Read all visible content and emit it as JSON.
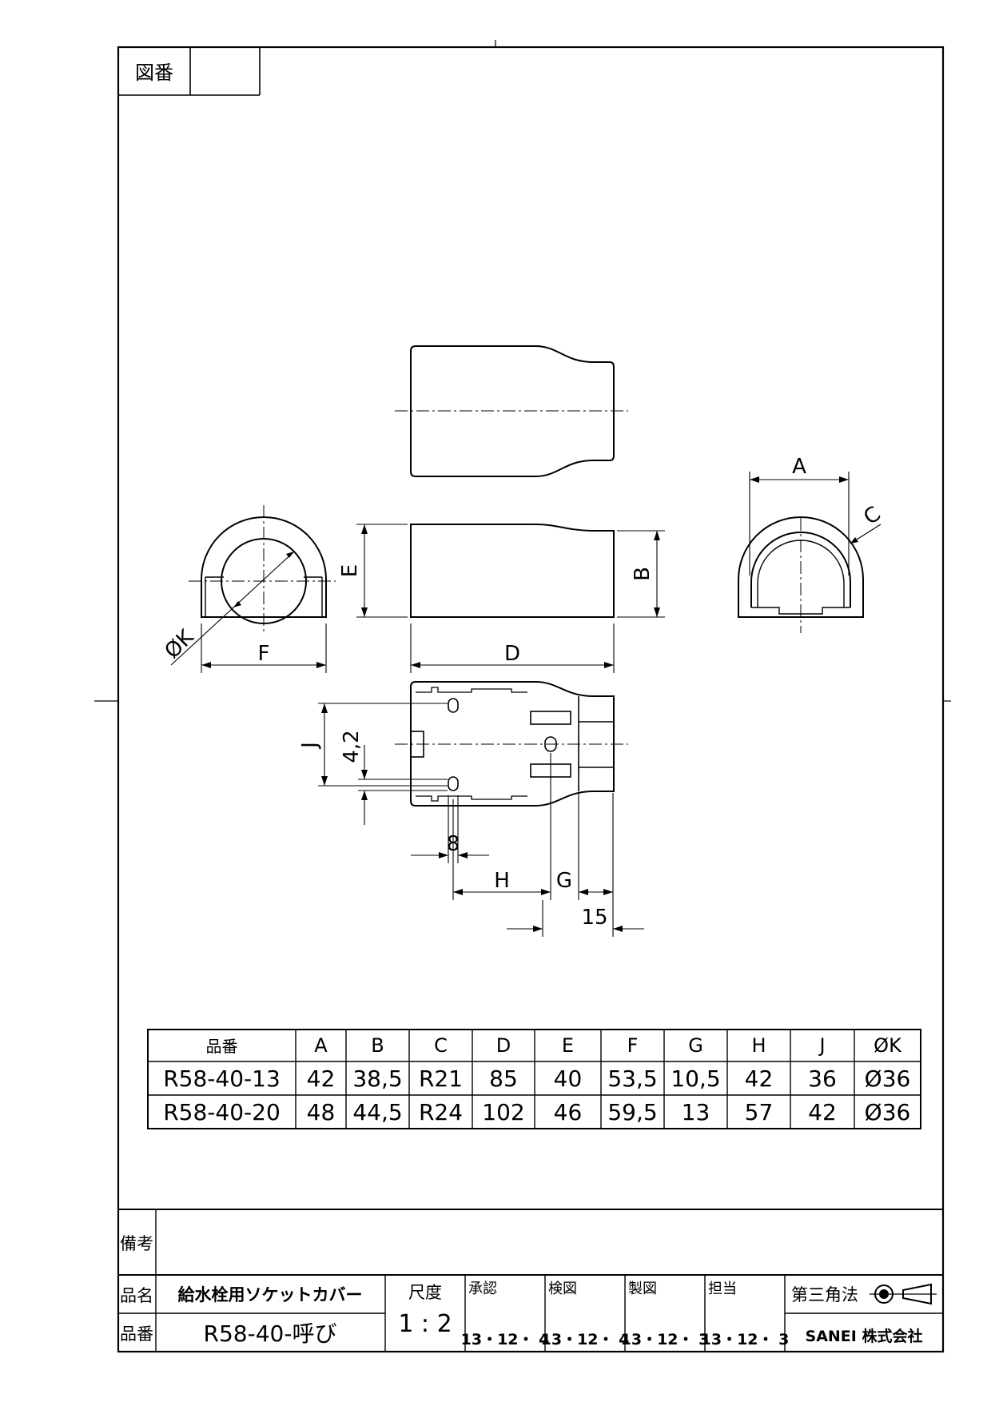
{
  "header": {
    "drawing_no_label": "図番",
    "drawing_no_value": ""
  },
  "dims": {
    "A": "A",
    "B": "B",
    "C": "C",
    "D": "D",
    "E": "E",
    "F": "F",
    "G": "G",
    "H": "H",
    "J": "J",
    "K": "ØK",
    "v42": "4,2",
    "v8": "8",
    "v15": "15"
  },
  "table": {
    "headers": [
      "品番",
      "A",
      "B",
      "C",
      "D",
      "E",
      "F",
      "G",
      "H",
      "J",
      "ØK"
    ],
    "rows": [
      [
        "R58-40-13",
        "42",
        "38,5",
        "R21",
        "85",
        "40",
        "53,5",
        "10,5",
        "42",
        "36",
        "Ø36"
      ],
      [
        "R58-40-20",
        "48",
        "44,5",
        "R24",
        "102",
        "46",
        "59,5",
        "13",
        "57",
        "42",
        "Ø36"
      ]
    ]
  },
  "title_block": {
    "remarks_label": "備考",
    "name_label": "品名",
    "name_value": "給水栓用ソケットカバー",
    "number_label": "品番",
    "number_value": "R58-40-呼び",
    "scale_label": "尺度",
    "scale_value": "1 : 2",
    "approvals": [
      {
        "label": "承認",
        "date": "13・12・ 4"
      },
      {
        "label": "検図",
        "date": "13・12・ 4"
      },
      {
        "label": "製図",
        "date": "13・12・ 3"
      },
      {
        "label": "担当",
        "date": "13・12・ 3"
      }
    ],
    "projection": "第三角法",
    "company": "SANEI 株式会社"
  }
}
